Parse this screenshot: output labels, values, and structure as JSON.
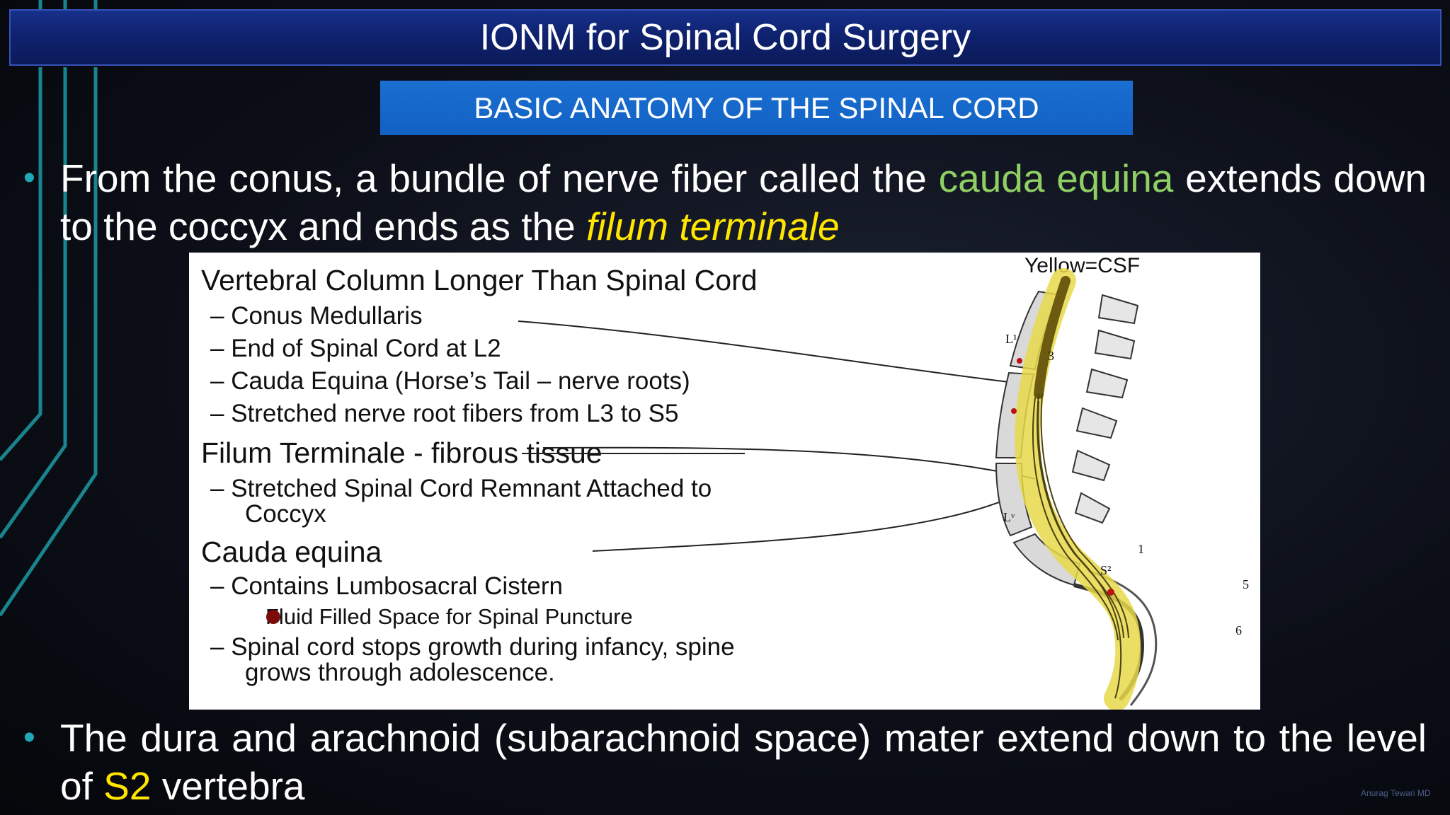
{
  "header": {
    "title": "IONM for Spinal Cord Surgery",
    "subtitle": "BASIC ANATOMY OF THE SPINAL CORD"
  },
  "bullets": {
    "first": {
      "part1": "From the conus, a bundle of nerve fiber called the ",
      "highlight1": "cauda equina",
      "part2": " extends down to the coccyx and ends as the ",
      "highlight2": "filum terminale"
    },
    "second": {
      "part1": "The dura and arachnoid (subarachnoid space) mater extend down to the level of ",
      "highlight": "S2",
      "part2": " vertebra"
    }
  },
  "figure": {
    "heading": "Vertebral Column Longer Than Spinal Cord",
    "items1": [
      "– Conus Medullaris",
      "– End of Spinal Cord at L2",
      "– Cauda Equina (Horse’s Tail – nerve roots)",
      "– Stretched nerve root fibers from L3 to S5"
    ],
    "filum_heading": "Filum Terminale  -  fibrous tissue",
    "filum_item_line1": "– Stretched Spinal Cord Remnant Attached to",
    "filum_item_line2": "Coccyx",
    "cauda_heading": "Cauda equina",
    "cauda_item": "– Contains Lumbosacral Cistern",
    "cauda_subitem": "Fluid Filled Space for Spinal Puncture",
    "growth_line1": "– Spinal cord stops growth during infancy, spine",
    "growth_line2": "grows through adolescence.",
    "csf_label": "Yellow=CSF",
    "markers": {
      "l1": "L¹",
      "l5": "Lᵛ",
      "s2": "S²",
      "n1": "1",
      "n5": "5",
      "n6": "6",
      "n3": "3"
    }
  },
  "signature": "Anurag Tewari MD",
  "colors": {
    "accent_green": "#8fcf63",
    "accent_yellow": "#ffe500",
    "bullet_teal": "#1fa7b7",
    "title_bar": "#0f2270",
    "subtitle_bar": "#1261c4"
  }
}
